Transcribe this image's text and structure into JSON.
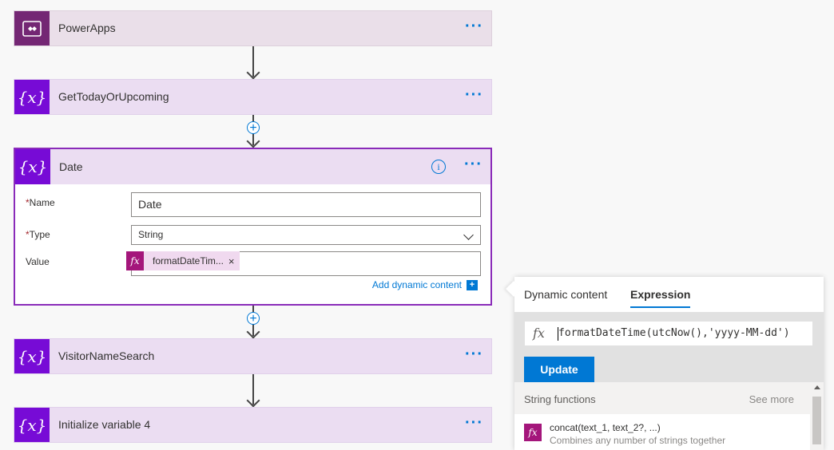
{
  "steps": {
    "powerapps": "PowerApps",
    "get_today": "GetTodayOrUpcoming",
    "date": "Date",
    "visitor": "VisitorNameSearch",
    "init4": "Initialize variable 4"
  },
  "more_label": "···",
  "date_card": {
    "name_label": "Name",
    "name_value": "Date",
    "type_label": "Type",
    "type_value": "String",
    "value_label": "Value",
    "token_text": "formatDateTim...",
    "token_close": "×",
    "add_dynamic": "Add dynamic content",
    "required_marker": "*",
    "info": "i"
  },
  "panel": {
    "tab_dynamic": "Dynamic content",
    "tab_expression": "Expression",
    "fx": "fx",
    "expression": "formatDateTime(utcNow(),'yyyy-MM-dd')",
    "update_label": "Update",
    "section_title": "String functions",
    "see_more": "See more",
    "fn_name": "concat(text_1, text_2?, ...)",
    "fn_desc": "Combines any number of strings together"
  },
  "icons": {
    "powerapps": "powerapps-icon",
    "variable": "variable-icon",
    "plus": "+",
    "fx": "fx"
  },
  "colors": {
    "accent": "#0078d4",
    "variable_icon_bg": "#770bd6",
    "powerapps_icon_bg": "#742774",
    "expression_icon_bg": "#a4167b"
  }
}
